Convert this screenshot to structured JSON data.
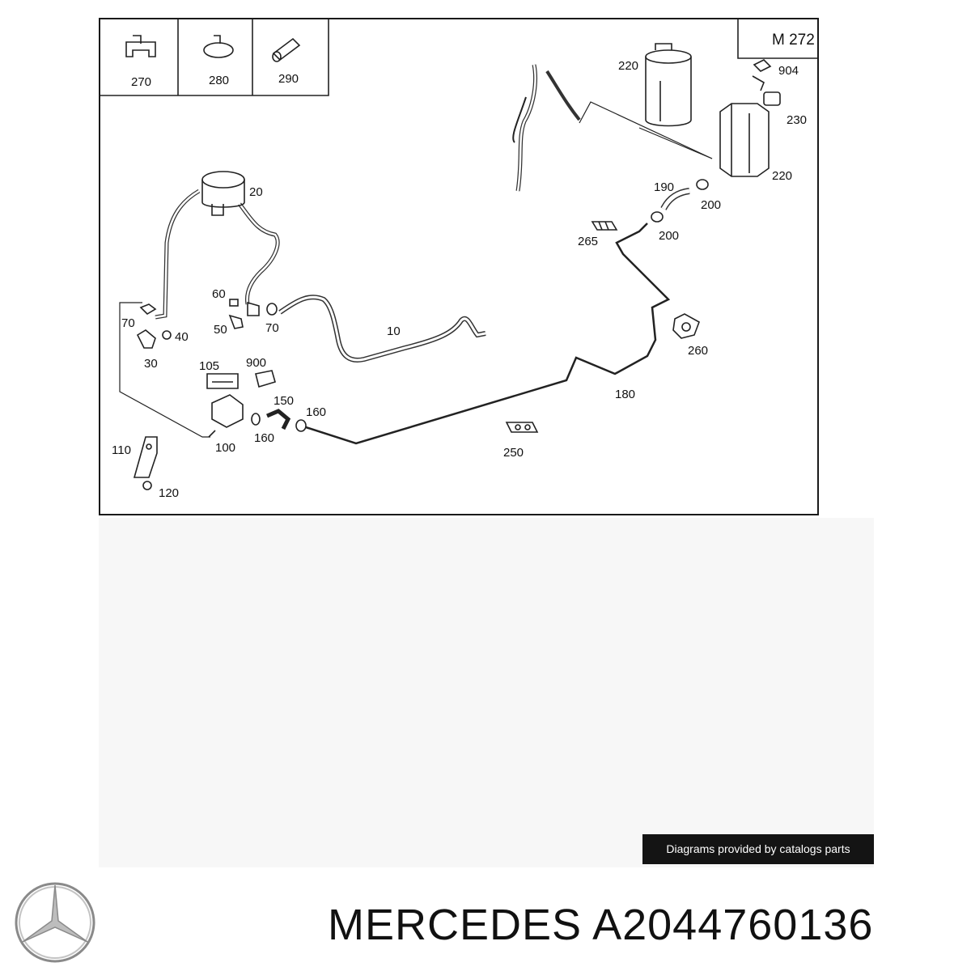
{
  "diagram": {
    "model_label": "M 272",
    "callouts": {
      "c270": "270",
      "c280": "280",
      "c290": "290",
      "c20": "20",
      "c60": "60",
      "c70a": "70",
      "c70b": "70",
      "c40": "40",
      "c50": "50",
      "c30": "30",
      "c10": "10",
      "c105": "105",
      "c900": "900",
      "c150": "150",
      "c160a": "160",
      "c160b": "160",
      "c100": "100",
      "c110": "110",
      "c120": "120",
      "c220a": "220",
      "c904": "904",
      "c230": "230",
      "c220b": "220",
      "c190": "190",
      "c200a": "200",
      "c200b": "200",
      "c265": "265",
      "c260": "260",
      "c180": "180",
      "c250": "250"
    }
  },
  "credit": "Diagrams provided by catalogs parts",
  "brand": {
    "name": "MERCEDES",
    "part_number": "A2044760136",
    "logo_icon": "mercedes-star-icon"
  }
}
